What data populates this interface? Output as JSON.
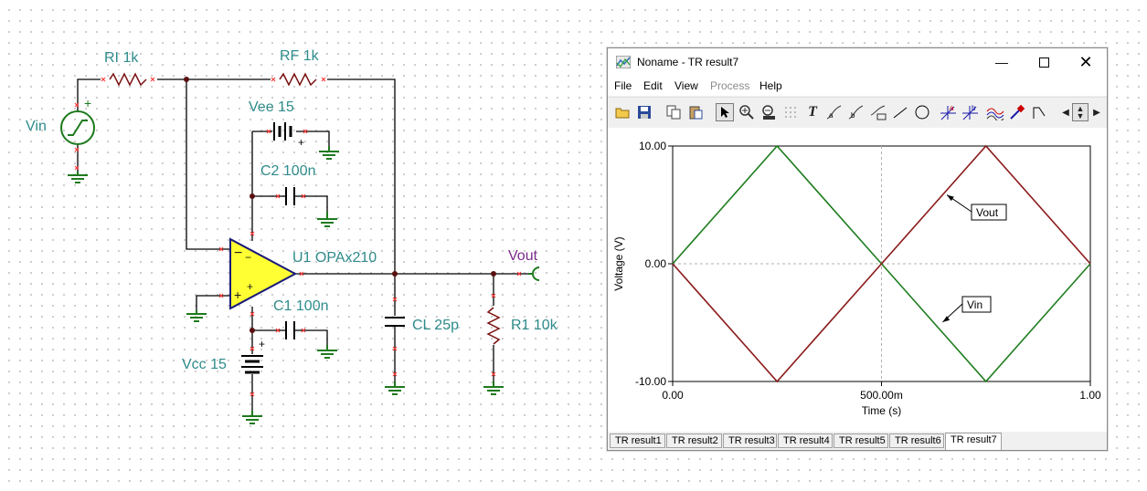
{
  "schematic": {
    "labels": {
      "vin_source": "Vin",
      "ri": "RI 1k",
      "rf": "RF 1k",
      "vee": "Vee 15",
      "c2": "C2 100n",
      "opamp": "U1 OPAx210",
      "vout": "Vout",
      "c1": "C1 100n",
      "cl": "CL 25p",
      "r1": "R1 10k",
      "vcc": "Vcc 15"
    }
  },
  "window": {
    "title": "Noname - TR result7",
    "menu": [
      "File",
      "Edit",
      "View",
      "Process",
      "Help"
    ],
    "disabled_menu": [
      "Process"
    ],
    "toolbar": [
      "open-icon",
      "save-icon",
      "copy-icon",
      "paste-icon",
      "pointer-icon",
      "zoom-in-icon",
      "zoom-100-icon",
      "grid-icon",
      "text-icon",
      "cursor-a-icon",
      "cursor-b-icon",
      "cursor-table-icon",
      "line-icon",
      "ellipse-icon",
      "marker-a-icon",
      "marker-b-icon",
      "curve-icon",
      "probe-icon",
      "step-icon",
      "scroll-left-icon",
      "scroll-updown-icon",
      "scroll-right-icon"
    ],
    "tabs": [
      "TR result1",
      "TR result2",
      "TR result3",
      "TR result4",
      "TR result5",
      "TR result6",
      "TR result7"
    ],
    "active_tab": "TR result7"
  },
  "chart_data": {
    "type": "line",
    "xlabel": "Time (s)",
    "ylabel": "Voltage (V)",
    "xlim": [
      0,
      1
    ],
    "ylim": [
      -10,
      10
    ],
    "x_ticks": [
      0,
      0.5,
      1
    ],
    "x_tick_labels": [
      "0.00",
      "500.00m",
      "1.00"
    ],
    "y_ticks": [
      -10,
      0,
      10
    ],
    "y_tick_labels": [
      "-10.00",
      "0.00",
      "10.00"
    ],
    "grid": "dashed center lines",
    "series": [
      {
        "name": "Vin",
        "color": "#1e7d1e",
        "x": [
          0,
          0.25,
          0.5,
          0.75,
          1
        ],
        "values": [
          0,
          10,
          0,
          -10,
          0
        ]
      },
      {
        "name": "Vout",
        "color": "#8b1a1a",
        "x": [
          0,
          0.25,
          0.5,
          0.75,
          1
        ],
        "values": [
          0,
          -10,
          0,
          10,
          0
        ]
      }
    ],
    "annotations": [
      {
        "text": "Vout",
        "series": "Vout",
        "x": 0.65,
        "y": 6.0
      },
      {
        "text": "Vin",
        "series": "Vin",
        "x": 0.64,
        "y": -4.8
      }
    ]
  }
}
